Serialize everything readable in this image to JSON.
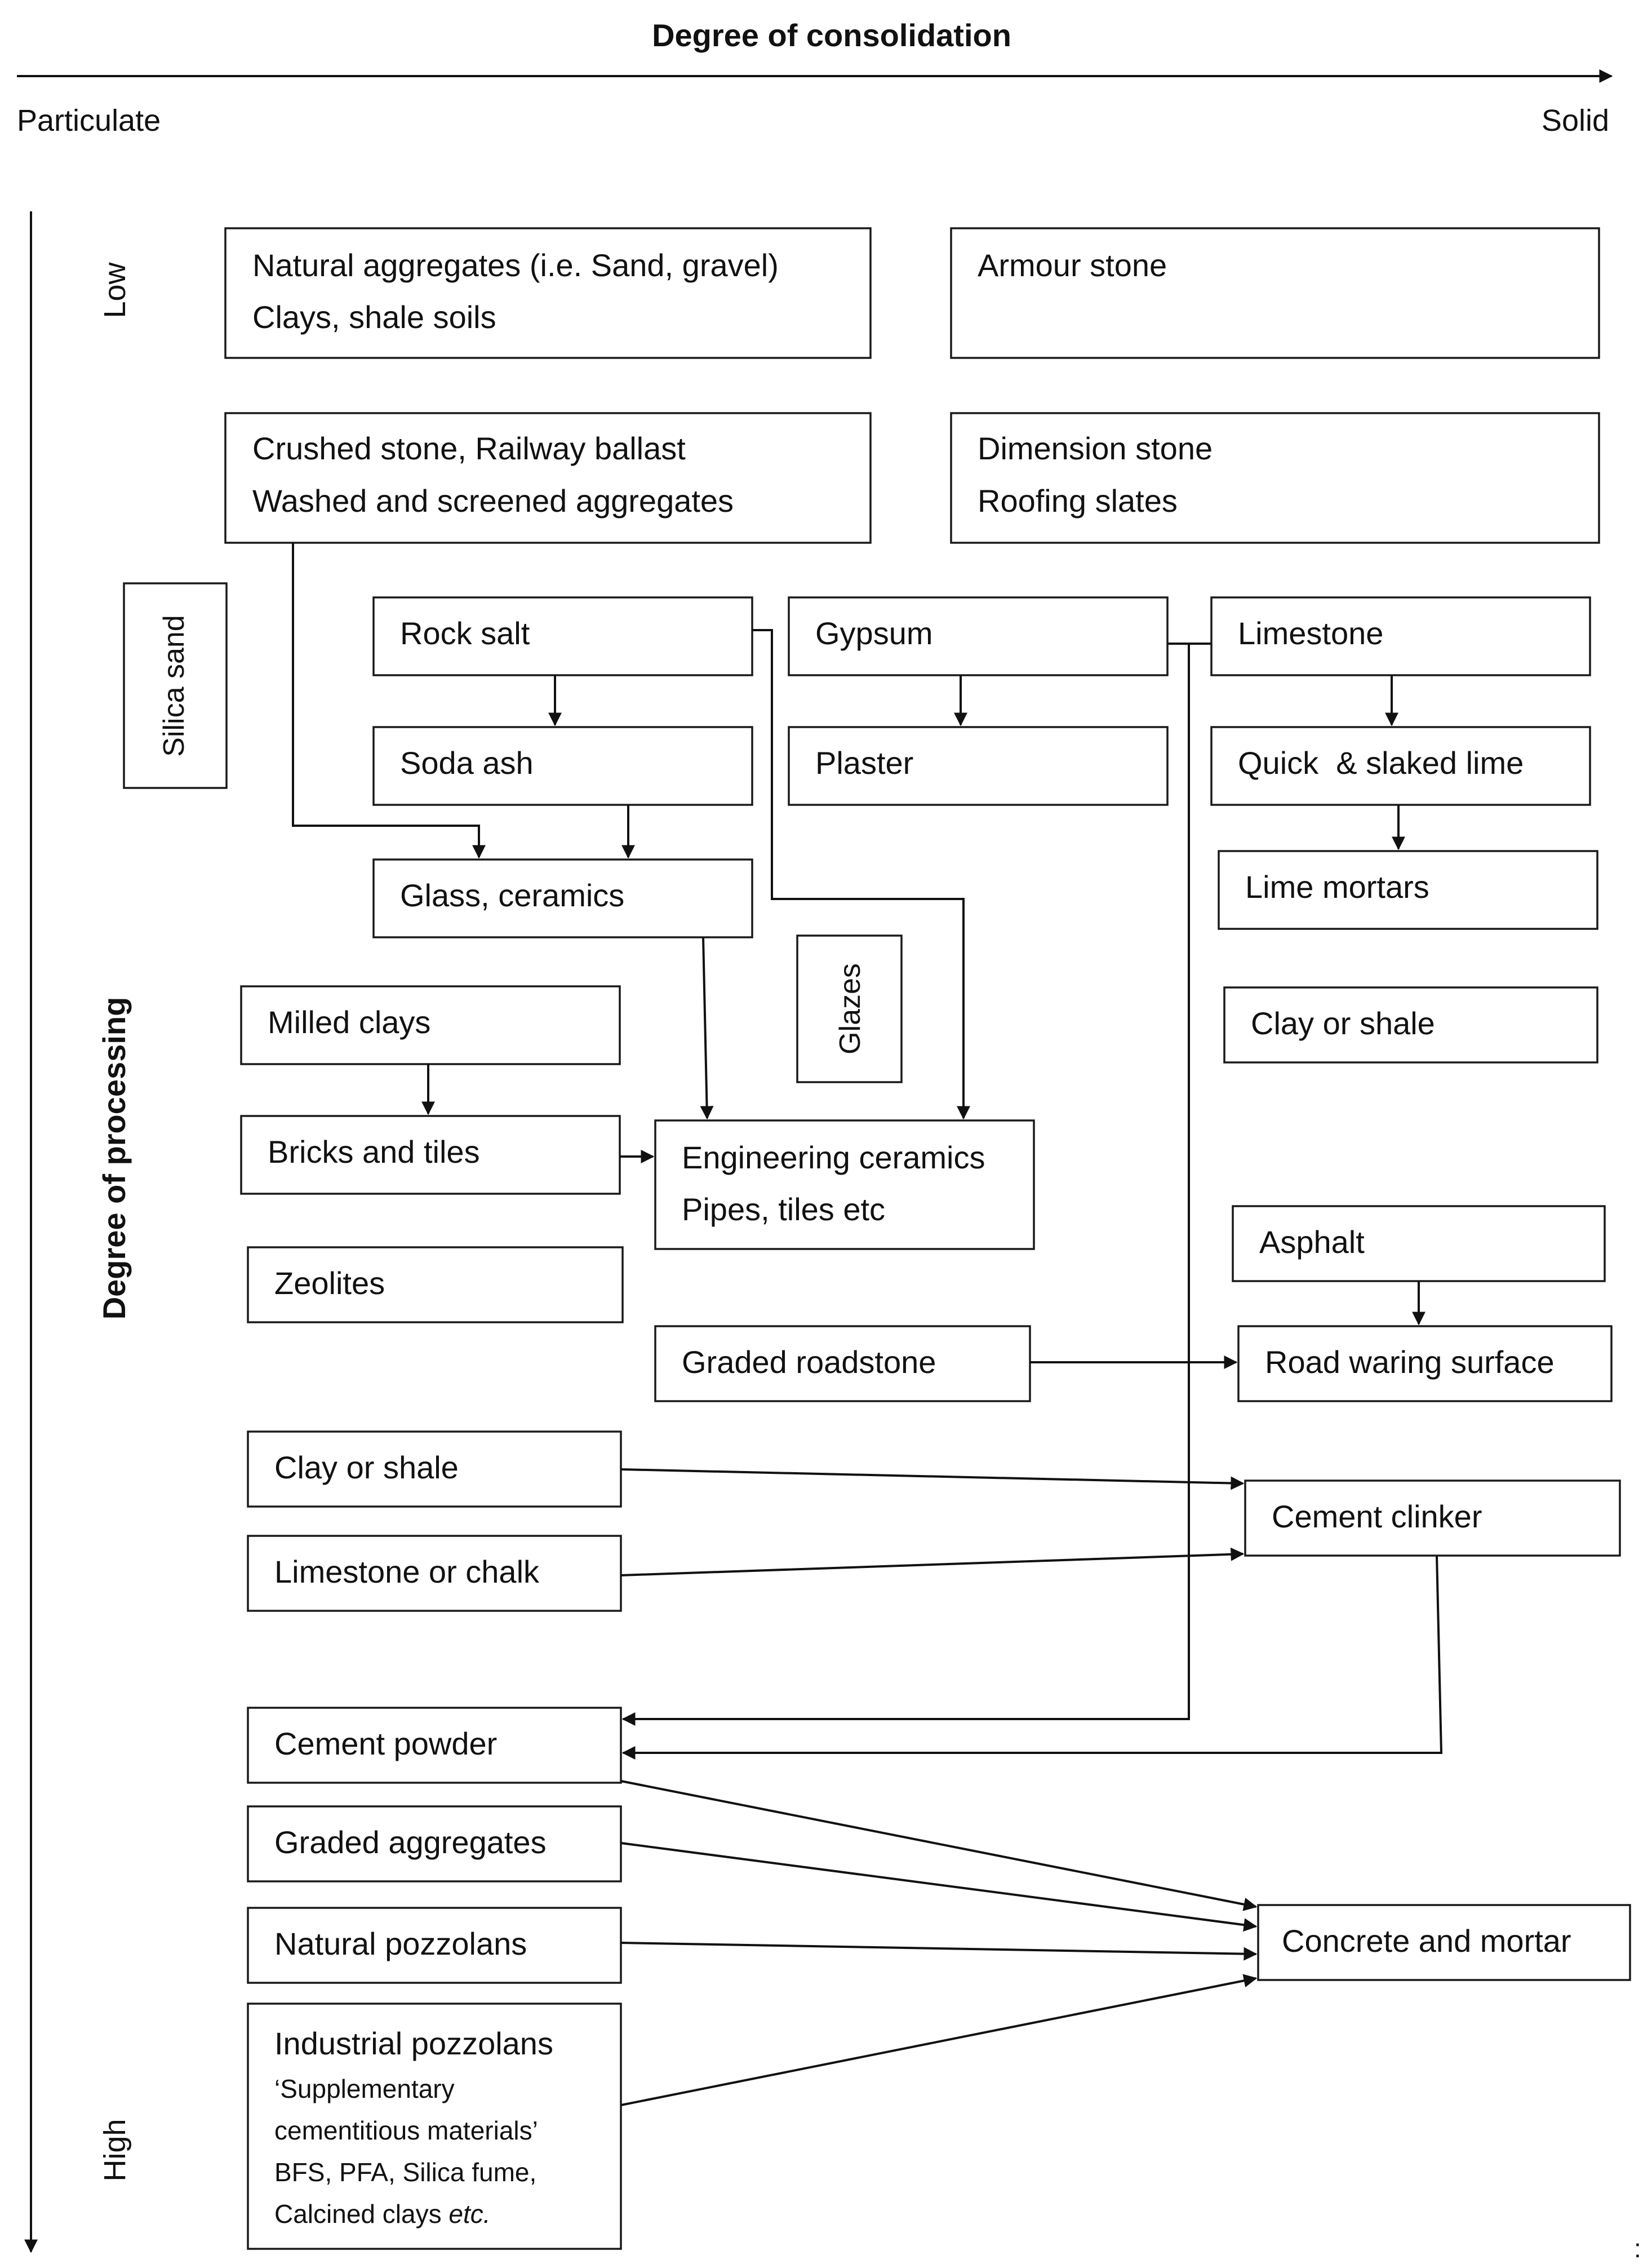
{
  "axes": {
    "consolidation_title": "Degree of consolidation",
    "consolidation_low": "Particulate",
    "consolidation_high": "Solid",
    "processing_title": "Degree of processing",
    "processing_low": "Low",
    "processing_high": "High"
  },
  "boxes": {
    "natural_aggregates": [
      "Natural aggregates (i.e. Sand, gravel)",
      "Clays, shale soils"
    ],
    "armour_stone": [
      "Armour stone"
    ],
    "crushed_stone": [
      "Crushed stone, Railway ballast",
      "Washed and screened aggregates"
    ],
    "dimension_stone": [
      "Dimension stone",
      "Roofing slates"
    ],
    "silica_sand": "Silica sand",
    "rock_salt": [
      "Rock salt"
    ],
    "gypsum": [
      "Gypsum"
    ],
    "limestone": [
      "Limestone"
    ],
    "soda_ash": [
      "Soda ash"
    ],
    "plaster": [
      "Plaster"
    ],
    "quick_slaked_lime": [
      "Quick  & slaked lime"
    ],
    "glass_ceramics": [
      "Glass, ceramics"
    ],
    "lime_mortars": [
      "Lime mortars"
    ],
    "glazes": "Glazes",
    "milled_clays": [
      "Milled clays"
    ],
    "clay_or_shale_right": [
      "Clay or shale"
    ],
    "bricks_tiles": [
      "Bricks and tiles"
    ],
    "engineering_ceramics": [
      "Engineering ceramics",
      "Pipes, tiles etc"
    ],
    "asphalt": [
      "Asphalt"
    ],
    "zeolites": [
      "Zeolites"
    ],
    "graded_roadstone": [
      "Graded roadstone"
    ],
    "road_surface": [
      "Road waring surface"
    ],
    "clay_or_shale_left": [
      "Clay or shale"
    ],
    "cement_clinker": [
      "Cement clinker"
    ],
    "limestone_chalk": [
      "Limestone or chalk"
    ],
    "cement_powder": [
      "Cement powder"
    ],
    "graded_aggregates": [
      "Graded aggregates"
    ],
    "concrete_mortar": [
      "Concrete and mortar"
    ],
    "natural_pozzolans": [
      "Natural pozzolans"
    ],
    "industrial_pozzolans": {
      "title": "Industrial pozzolans",
      "lines": [
        "‘Supplementary",
        "cementitious materials’",
        "BFS, PFA, Silica fume,"
      ],
      "last_prefix": "Calcined clays ",
      "last_italic": "etc."
    }
  },
  "colors": {
    "ink": "#111111",
    "box_fill": "#ffffff"
  },
  "footnote": ":"
}
